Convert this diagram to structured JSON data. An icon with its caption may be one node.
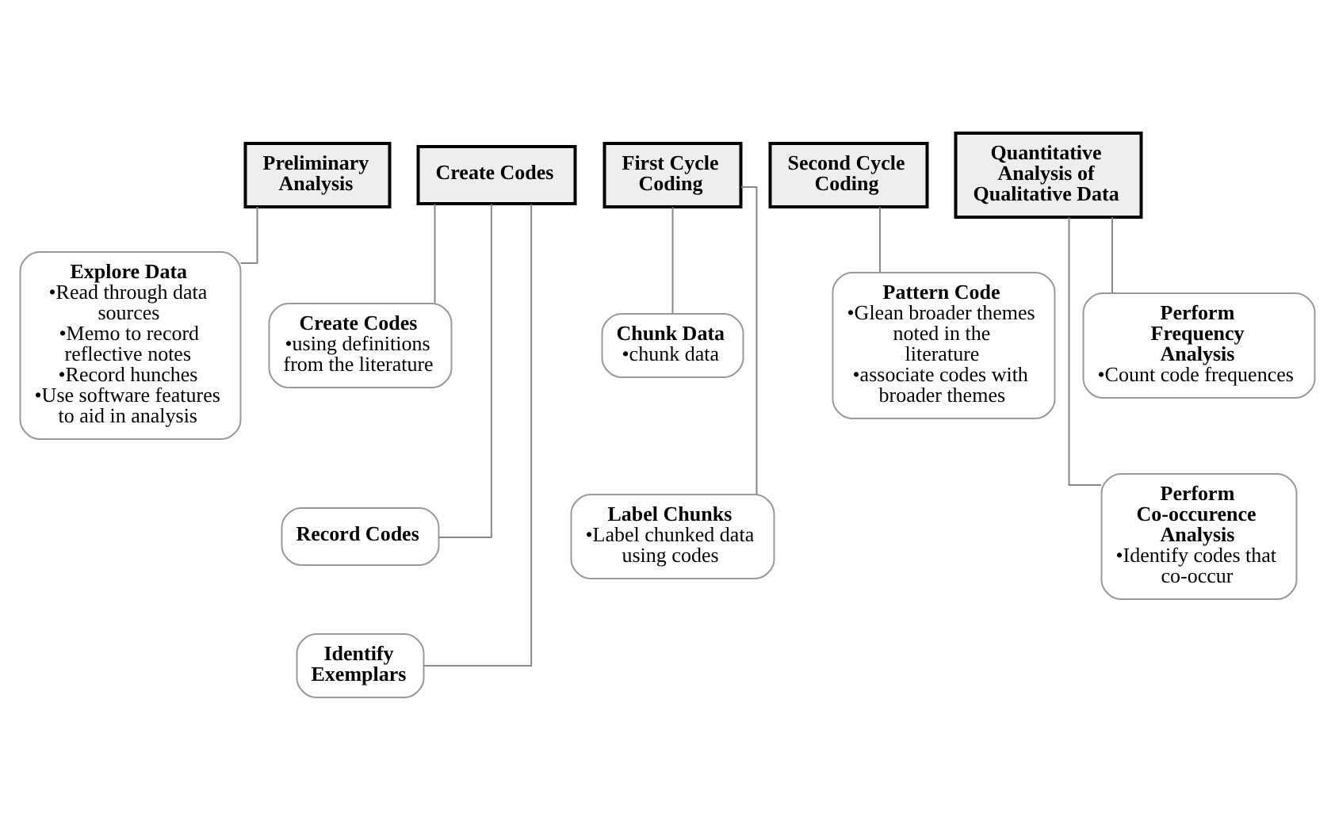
{
  "diagram": {
    "nodes": [
      {
        "text": [
          "Preliminary Analysis"
        ]
      },
      {
        "text": [
          "Explore Data",
          "•Read through data sources",
          "•Memo to record reflective notes",
          "•Record hunches",
          "•Use software features to aid in analysis"
        ]
      },
      {
        "text": [
          "Create Codes"
        ]
      },
      {
        "text": [
          "Create Codes",
          "•using definitions from the literature"
        ]
      },
      {
        "text": [
          "Record Codes"
        ]
      },
      {
        "text": [
          "Identify Exemplars"
        ]
      },
      {
        "text": [
          "First Cycle Coding"
        ]
      },
      {
        "text": [
          "Chunk Data",
          "•chunk data"
        ]
      },
      {
        "text": [
          "Label Chunks",
          "•Label chunked data using codes"
        ]
      },
      {
        "text": [
          "Second Cycle Coding"
        ]
      },
      {
        "text": [
          "Pattern Code",
          "•Glean broader themes noted in the literature",
          "•associate codes with broader themes"
        ]
      },
      {
        "text": [
          "Quantitative Analysis of Qualitative Data"
        ]
      },
      {
        "text": [
          "Perform Frequency Analysis",
          "•Count code frequences"
        ]
      },
      {
        "text": [
          "Perform Co-occurence Analysis",
          "•Identify codes that co-occur"
        ]
      }
    ],
    "edges": [
      {
        "from": 0,
        "to": 1,
        "arrow": "none"
      },
      {
        "from": 2,
        "to": 3,
        "arrow": "none"
      },
      {
        "from": 2,
        "to": 4,
        "arrow": "none"
      },
      {
        "from": 2,
        "to": 5,
        "arrow": "none"
      },
      {
        "from": 6,
        "to": 7,
        "arrow": "none"
      },
      {
        "from": 6,
        "to": 8,
        "arrow": "none"
      },
      {
        "from": 9,
        "to": 10,
        "arrow": "none"
      },
      {
        "from": 11,
        "to": 12,
        "arrow": "none"
      },
      {
        "from": 11,
        "to": 13,
        "arrow": "none"
      }
    ]
  }
}
